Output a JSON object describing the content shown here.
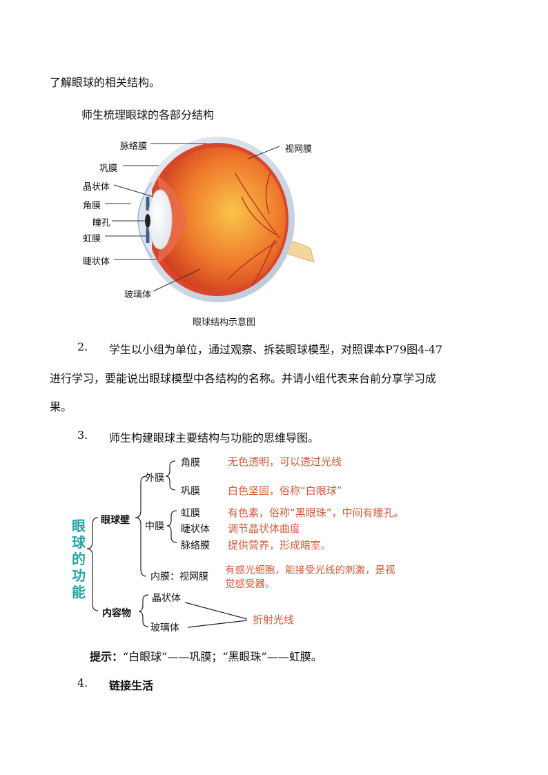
{
  "intro_line": "了解眼球的相关结构。",
  "section_title": "师生梳理眼球的各部分结构",
  "eye_figure": {
    "labels": {
      "choroid": "脉络膜",
      "sclera": "巩膜",
      "lens": "晶状体",
      "cornea": "角膜",
      "pupil": "瞳孔",
      "iris": "虹膜",
      "ciliary": "睫状体",
      "vitreous": "玻璃体",
      "retina": "视网膜"
    },
    "caption": "眼球结构示意图"
  },
  "step2": {
    "number": "2.",
    "line1": "学生以小组为单位，通过观察、拆装眼球模型，对照课本P79图4-47",
    "line2": "进行学习，要能说出眼球模型中各结构的名称。并请小组代表来台前分享学习成",
    "line3": "果。"
  },
  "step3": {
    "number": "3.",
    "text": "师生构建眼球主要结构与功能的思维导图。"
  },
  "mindmap": {
    "root_chars": [
      "眼",
      "球",
      "的",
      "功",
      "能"
    ],
    "wall": "眼球壁",
    "contents": "内容物",
    "outer": "外膜",
    "middle": "中膜",
    "inner": "内膜：视网膜",
    "cornea": "角膜",
    "cornea_fn": "无色透明，可以透过光线",
    "sclera": "巩膜",
    "sclera_fn": "白色坚固，俗称“白眼球”",
    "iris": "虹膜",
    "iris_fn": "有色素，俗称“黑眼珠”，中间有瞳孔。",
    "ciliary": "睫状体",
    "ciliary_fn": "调节晶状体曲度",
    "choroid": "脉络膜",
    "choroid_fn": "提供营养，形成暗室。",
    "retina_fn_1": "有感光细胞，能接受光线的刺激，是视",
    "retina_fn_2": "觉感受器。",
    "lens": "晶状体",
    "vitreous": "玻璃体",
    "refract": "折射光线"
  },
  "hint": {
    "label": "提示：",
    "text": "“白眼球”——巩膜；“黑眼珠”——虹膜。"
  },
  "step4": {
    "number": "4.",
    "text": "链接生活"
  }
}
